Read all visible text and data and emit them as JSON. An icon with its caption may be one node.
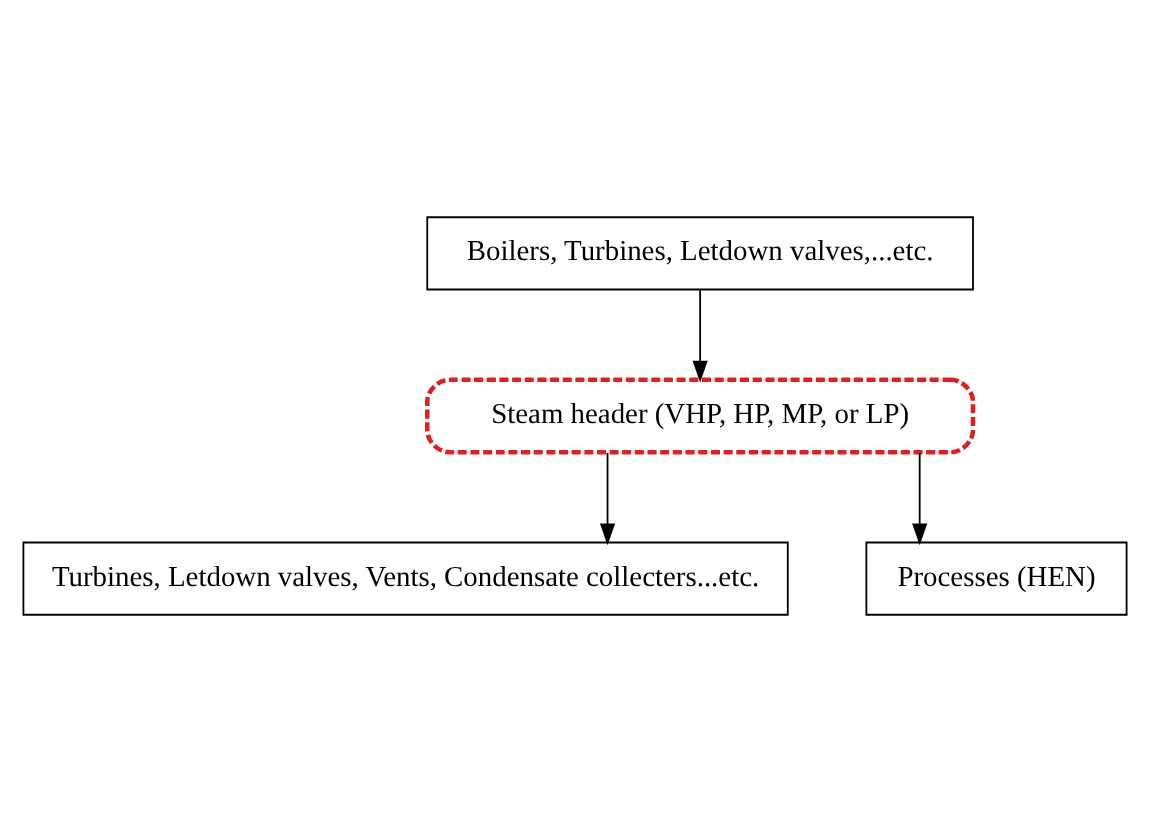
{
  "diagram": {
    "nodes": [
      {
        "text": [
          "Boilers, Turbines, Letdown valves,...etc."
        ]
      },
      {
        "text": [
          "Steam header (VHP, HP, MP, or LP)"
        ]
      },
      {
        "text": [
          "Turbines, Letdown valves, Vents, Condensate collecters...etc."
        ]
      },
      {
        "text": [
          "Processes (HEN)"
        ]
      }
    ],
    "edges": [
      {
        "from": 0,
        "to": 1,
        "arrow": "to"
      },
      {
        "from": 1,
        "to": 2,
        "arrow": "to"
      },
      {
        "from": 1,
        "to": 3,
        "arrow": "to"
      }
    ]
  }
}
